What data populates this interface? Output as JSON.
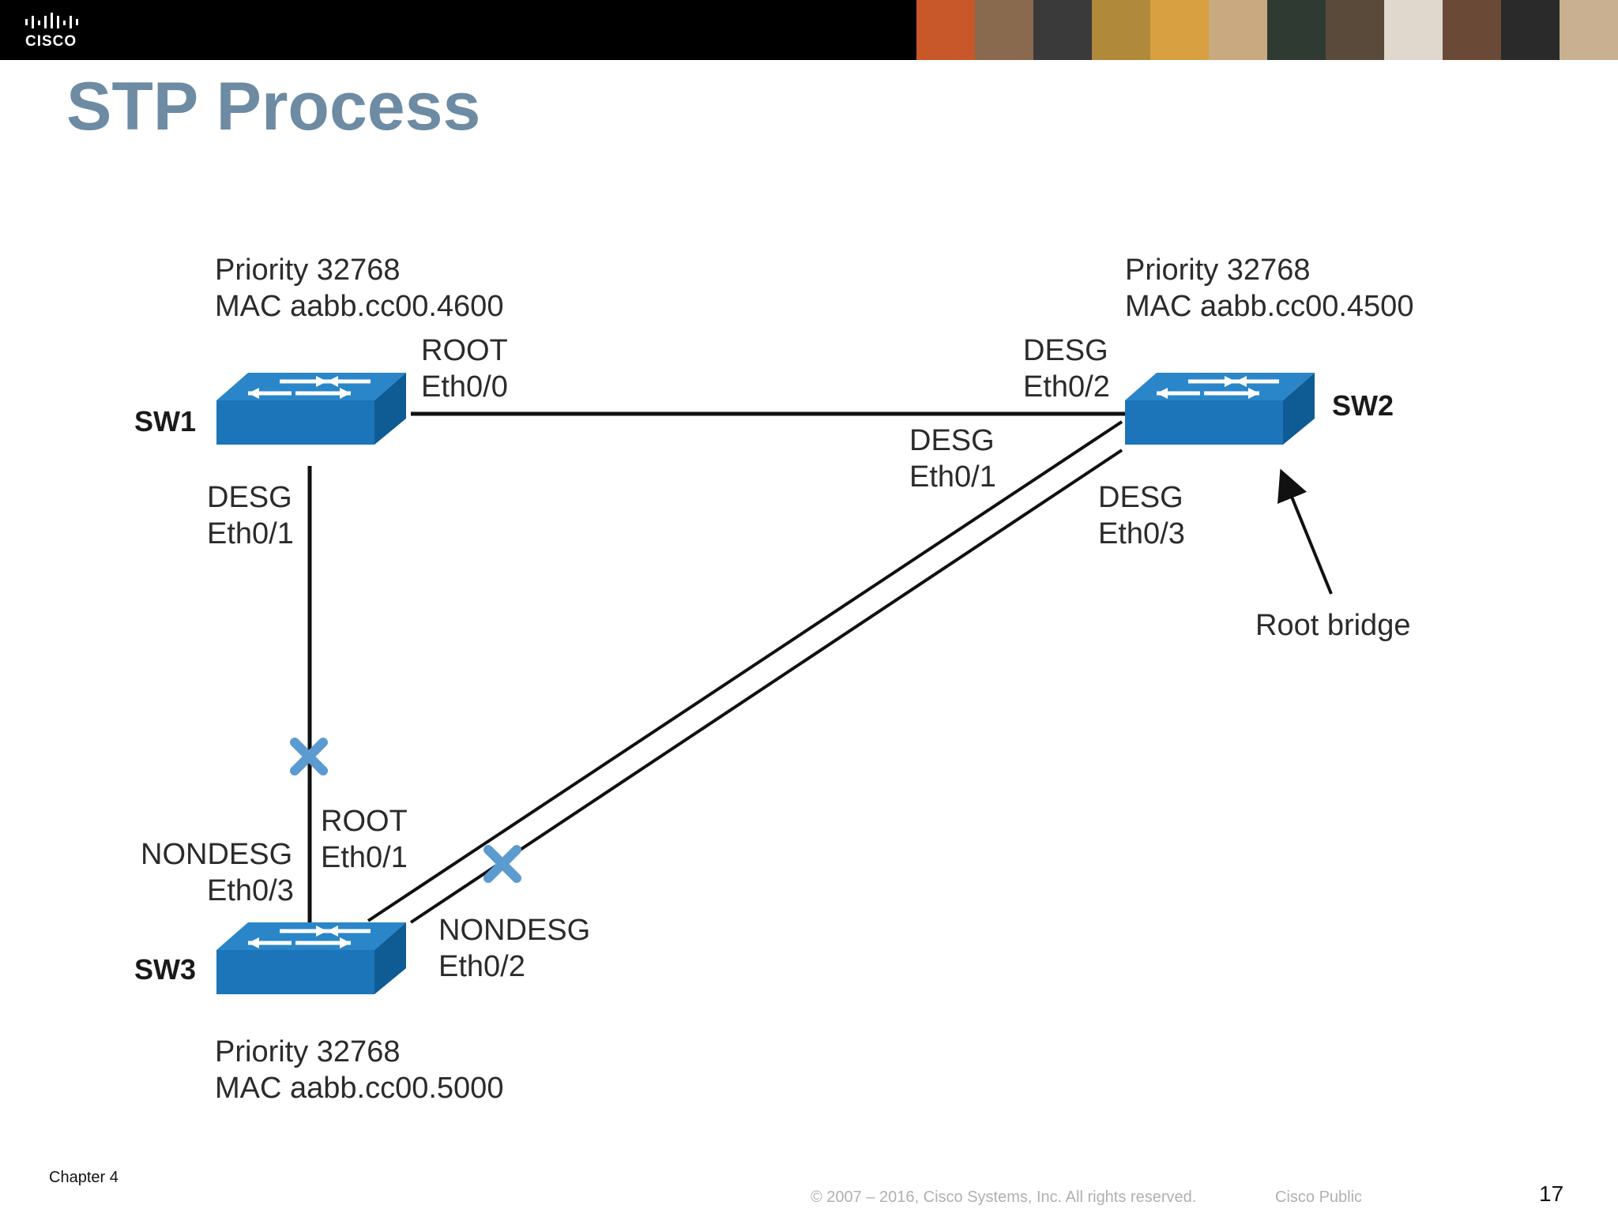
{
  "header": {
    "logo_text": "CISCO",
    "photo_colors": [
      "#c8572a",
      "#8a6a4e",
      "#3a3a3a",
      "#b08a3a",
      "#d8a040",
      "#c9a980",
      "#2f3a33",
      "#5a4a3a",
      "#e0d8cc",
      "#6a4a36",
      "#2a2a2a",
      "#c9b090"
    ]
  },
  "slide": {
    "title": "STP Process"
  },
  "diagram": {
    "switches": {
      "sw1": {
        "name": "SW1",
        "priority": "Priority 32768",
        "mac": "MAC aabb.cc00.4600"
      },
      "sw2": {
        "name": "SW2",
        "priority": "Priority 32768",
        "mac": "MAC aabb.cc00.4500"
      },
      "sw3": {
        "name": "SW3",
        "priority": "Priority 32768",
        "mac": "MAC aabb.cc00.5000"
      }
    },
    "ports": {
      "sw1_e00_role": "ROOT",
      "sw1_e00_port": "Eth0/0",
      "sw2_e02_role": "DESG",
      "sw2_e02_port": "Eth0/2",
      "sw2_e01_role": "DESG",
      "sw2_e01_port": "Eth0/1",
      "sw2_e03_role": "DESG",
      "sw2_e03_port": "Eth0/3",
      "sw1_e01_role": "DESG",
      "sw1_e01_port": "Eth0/1",
      "sw3_e01_role": "ROOT",
      "sw3_e01_port": "Eth0/1",
      "sw3_e03_role": "NONDESG",
      "sw3_e03_port": "Eth0/3",
      "sw3_e02_role": "NONDESG",
      "sw3_e02_port": "Eth0/2"
    },
    "root_bridge_label": "Root bridge",
    "colors": {
      "switch_face": "#1b75b8",
      "switch_dark": "#0f5b94",
      "blocked_mark": "#5b9bd0",
      "link": "#111111"
    }
  },
  "footer": {
    "chapter": "Chapter 4",
    "copyright": "© 2007 – 2016, Cisco Systems, Inc. All rights reserved.",
    "classification": "Cisco Public",
    "page_number": "17"
  }
}
